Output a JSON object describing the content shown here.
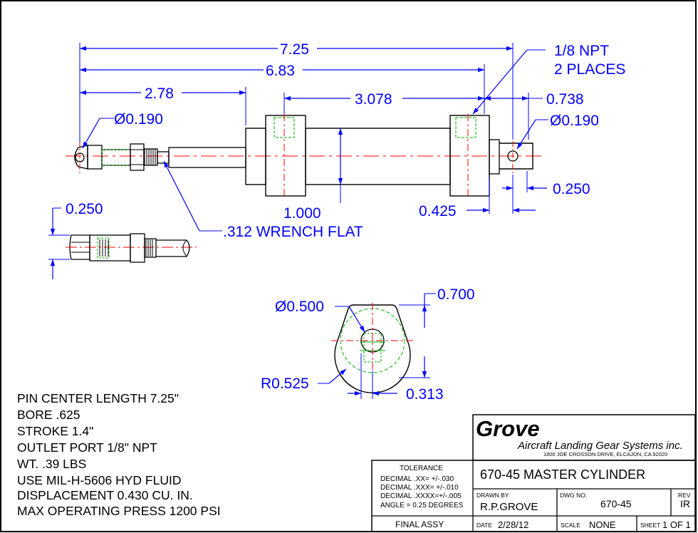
{
  "dimensions": {
    "overall_length": "7.25",
    "length_6_83": "6.83",
    "length_2_78": "2.78",
    "length_3_078": "3.078",
    "length_0_738": "0.738",
    "port_size": "1/8 NPT",
    "port_qty": "2 PLACES",
    "pin_dia_left": "Ø0.190",
    "pin_dia_right": "Ø0.190",
    "end_width_right": "0.250",
    "clevis_gap": "0.250",
    "body_dia": "1.000",
    "flange_width": "0.425",
    "wrench_flat": ".312 WRENCH FLAT",
    "bore_dia_end": "Ø0.500",
    "end_height": "0.700",
    "end_radius": "R0.525",
    "hole_offset": "0.313"
  },
  "notes": [
    "PIN CENTER LENGTH 7.25\"",
    "BORE .625",
    "STROKE 1.4\"",
    "OUTLET PORT 1/8\" NPT",
    "WT. .39 LBS",
    "USE MIL-H-5606 HYD FLUID",
    "DISPLACEMENT 0.430 CU. IN.",
    "MAX OPERATING PRESS 1200 PSI"
  ],
  "title_block": {
    "company": "Grove",
    "company_sub": "Aircraft Landing Gear Systems inc.",
    "address": "1800 JOE CROSSON DRIVE, ELCAJON, CA 92020",
    "tolerance_title": "TOLERANCE",
    "tolerance_lines": [
      "DECIMAL .XX= +/-.030",
      "DECIMAL .XXX= +/-.010",
      "DECIMAL .XXXX=+/-.005",
      "ANGLE = 0.25 DEGREES"
    ],
    "drawing_title": "670-45 MASTER CYLINDER",
    "drawn_by_label": "DRAWN BY",
    "drawn_by": "R.P.GROVE",
    "dwg_no_label": "DWG NO.",
    "dwg_no": "670-45",
    "rev_label": "REV",
    "rev": "IR",
    "final_assy": "FINAL ASSY",
    "date_label": "DATE",
    "date": "2/28/12",
    "scale_label": "SCALE",
    "scale": "NONE",
    "sheet_label": "SHEET",
    "sheet": "1 OF 1"
  }
}
